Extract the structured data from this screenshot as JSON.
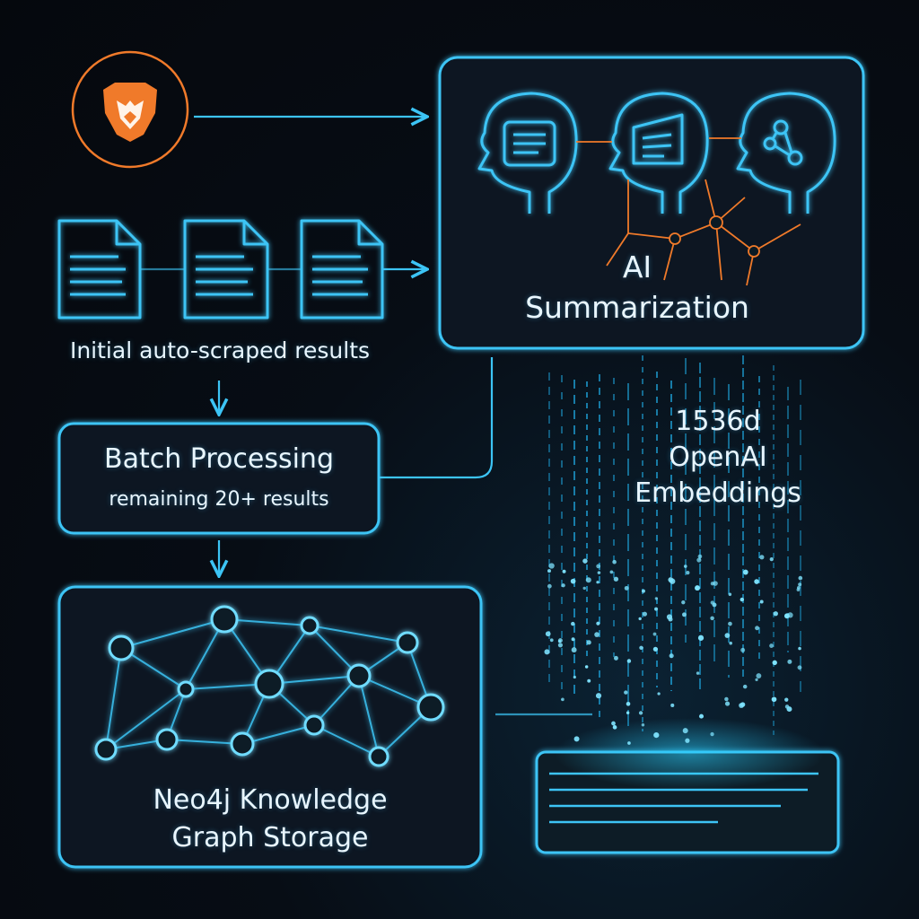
{
  "labels": {
    "initial_results": "Initial auto-scraped results",
    "batch_title": "Batch Processing",
    "batch_subtitle": "remaining 20+ results",
    "ai_line1": "AI",
    "ai_line2": "Summarization",
    "embeddings_line1": "1536d",
    "embeddings_line2": "OpenAI",
    "embeddings_line3": "Embeddings",
    "storage_line1": "Neo4j Knowledge",
    "storage_line2": "Graph Storage"
  },
  "icons": {
    "source": "brave-lion-logo-icon",
    "document": "document-icon",
    "head": "ai-head-icon",
    "graph": "knowledge-graph-icon",
    "database": "vector-store-icon"
  },
  "colors": {
    "background": "#060a10",
    "line": "#3cc4f5",
    "glow": "#1fa8e0",
    "accent": "#f07a2a",
    "text": "#e8f6ff"
  },
  "graph": {
    "nodes": [
      [
        135,
        722,
        13
      ],
      [
        250,
        690,
        14
      ],
      [
        345,
        697,
        9
      ],
      [
        454,
        716,
        11
      ],
      [
        207,
        768,
        8
      ],
      [
        300,
        762,
        15
      ],
      [
        400,
        753,
        12
      ],
      [
        480,
        788,
        14
      ],
      [
        118,
        835,
        11
      ],
      [
        186,
        824,
        11
      ],
      [
        270,
        829,
        12
      ],
      [
        350,
        808,
        10
      ],
      [
        422,
        843,
        10
      ]
    ],
    "edges": [
      [
        0,
        1
      ],
      [
        1,
        2
      ],
      [
        2,
        3
      ],
      [
        0,
        4
      ],
      [
        1,
        4
      ],
      [
        1,
        5
      ],
      [
        2,
        5
      ],
      [
        2,
        6
      ],
      [
        3,
        6
      ],
      [
        3,
        7
      ],
      [
        4,
        5
      ],
      [
        5,
        6
      ],
      [
        6,
        7
      ],
      [
        0,
        8
      ],
      [
        4,
        9
      ],
      [
        8,
        9
      ],
      [
        9,
        10
      ],
      [
        5,
        10
      ],
      [
        5,
        11
      ],
      [
        10,
        11
      ],
      [
        6,
        11
      ],
      [
        11,
        12
      ],
      [
        6,
        12
      ],
      [
        7,
        12
      ],
      [
        4,
        8
      ]
    ]
  }
}
